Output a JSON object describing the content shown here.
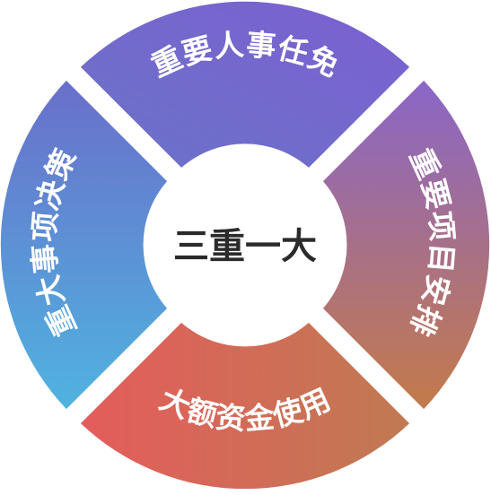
{
  "center": {
    "label": "三重一大"
  },
  "segments": [
    {
      "id": "top",
      "label": "重要人事任免",
      "color_start": "#6a73c8",
      "color_end": "#7c5fd1"
    },
    {
      "id": "right",
      "label": "重要项目安排",
      "color_start": "#8a66c8",
      "color_end": "#c47a4a"
    },
    {
      "id": "bottom",
      "label": "大额资金使用",
      "color_start": "#e45c5c",
      "color_end": "#c07a52"
    },
    {
      "id": "left",
      "label": "重大事项决策",
      "color_start": "#4fb3e0",
      "color_end": "#6a6fca"
    }
  ]
}
